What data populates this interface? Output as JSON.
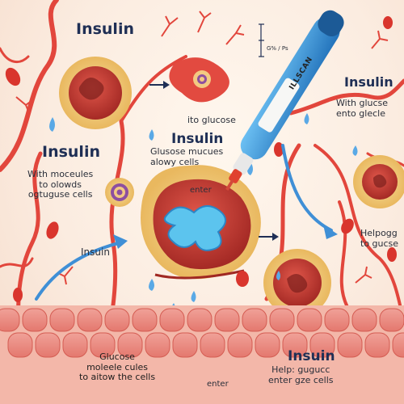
{
  "labels": {
    "insulin_top": "Insulin",
    "insulin_right": "Insulin",
    "insulin_mid": "Insulin",
    "insulin_left": "Insulin",
    "insulin_small": "Insuin",
    "insulin_bottom": "Insuin",
    "with_glucose": "With glucse\nento glecle",
    "ito_glucose": "ito glucose",
    "glucose_mucues": "Glusose mucues\nalowy cells",
    "with_moecules": "With moceules\nto olowds\nogtuguse cells",
    "helpogg": "Helpogg\nto gucse",
    "bottom_glucose": "Glucose\nmoleele cules\nto aitow the cells",
    "enter_mid": "enter",
    "enter_bottom": "enter",
    "help_bottom": "Help: gugucc\nenter gze cells",
    "scale_text": "G% / Ps"
  },
  "pen": {
    "label": "ILLSCAN"
  },
  "colors": {
    "vessel": "#e2463c",
    "cell_ring": "#f1c77c",
    "cell_core": "#c83a30",
    "arrow_blue": "#3f8fd6",
    "pen_blue": "#2f8ed8",
    "drop_blue": "#5aa9e6",
    "text_dark": "#1f2f55"
  }
}
